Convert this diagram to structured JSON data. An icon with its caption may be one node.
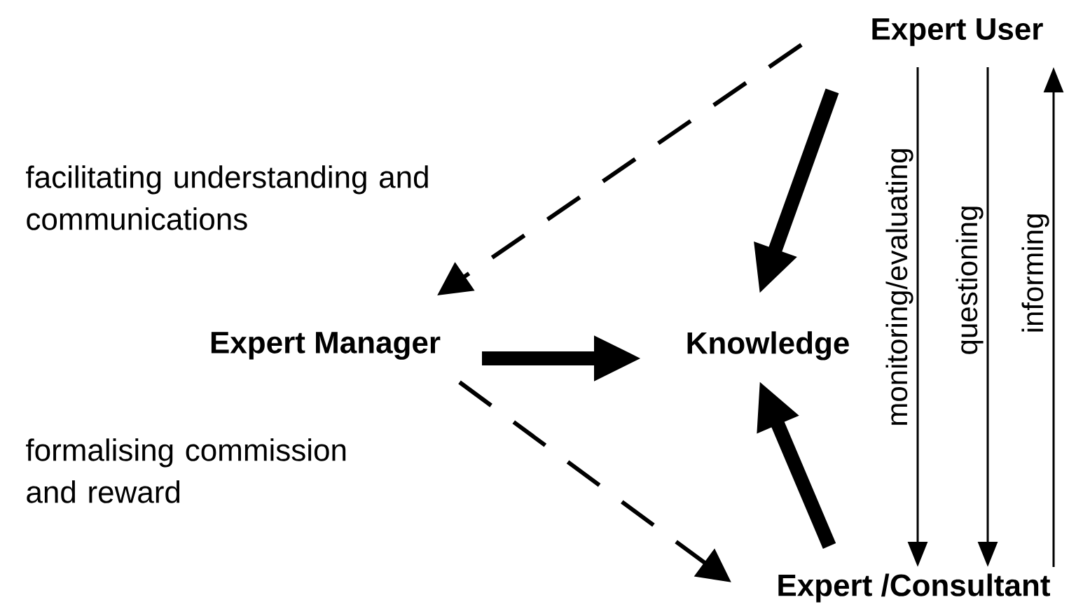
{
  "diagram": {
    "nodes": [
      {
        "text": [
          "Expert User"
        ]
      },
      {
        "text": [
          "Expert Manager"
        ]
      },
      {
        "text": [
          "Knowledge"
        ]
      },
      {
        "text": [
          "Expert /Consultant"
        ]
      }
    ],
    "edges": [
      {
        "from": 0,
        "to": 1,
        "arrow": "to",
        "style": "dashed"
      },
      {
        "from": 0,
        "to": 2,
        "arrow": "to",
        "style": "thick"
      },
      {
        "from": 1,
        "to": 2,
        "arrow": "to",
        "style": "thick"
      },
      {
        "from": 1,
        "to": 3,
        "arrow": "to",
        "style": "dashed"
      },
      {
        "from": 3,
        "to": 2,
        "arrow": "to",
        "style": "thick"
      },
      {
        "from": 0,
        "to": 3,
        "arrow": "to",
        "label": "monitoring/evaluating"
      },
      {
        "from": 0,
        "to": 3,
        "arrow": "to",
        "label": "questioning"
      },
      {
        "from": 3,
        "to": 0,
        "arrow": "to",
        "label": "informing"
      }
    ],
    "labels": [
      "facilitating understanding and communications",
      "formalising commission and reward"
    ]
  }
}
